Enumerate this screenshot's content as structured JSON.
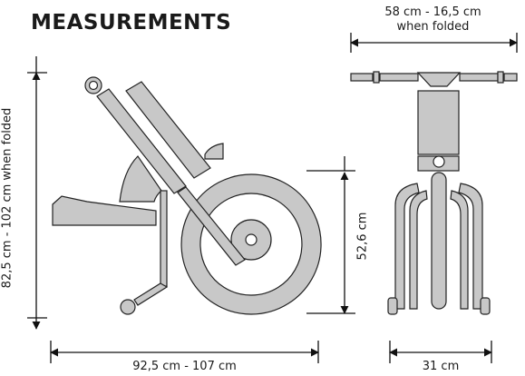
{
  "title": "MEASUREMENTS",
  "labels": {
    "width_line1": "58 cm - 16,5 cm",
    "width_line2": "when folded",
    "height_total": "82,5 cm - 102 cm when folded",
    "wheel_height": "52,6 cm",
    "length": "92,5 cm - 107 cm",
    "base_width": "31 cm"
  },
  "colors": {
    "part_fill": "#c8c8c8",
    "outline": "#222222",
    "dimension_line": "#111111"
  }
}
